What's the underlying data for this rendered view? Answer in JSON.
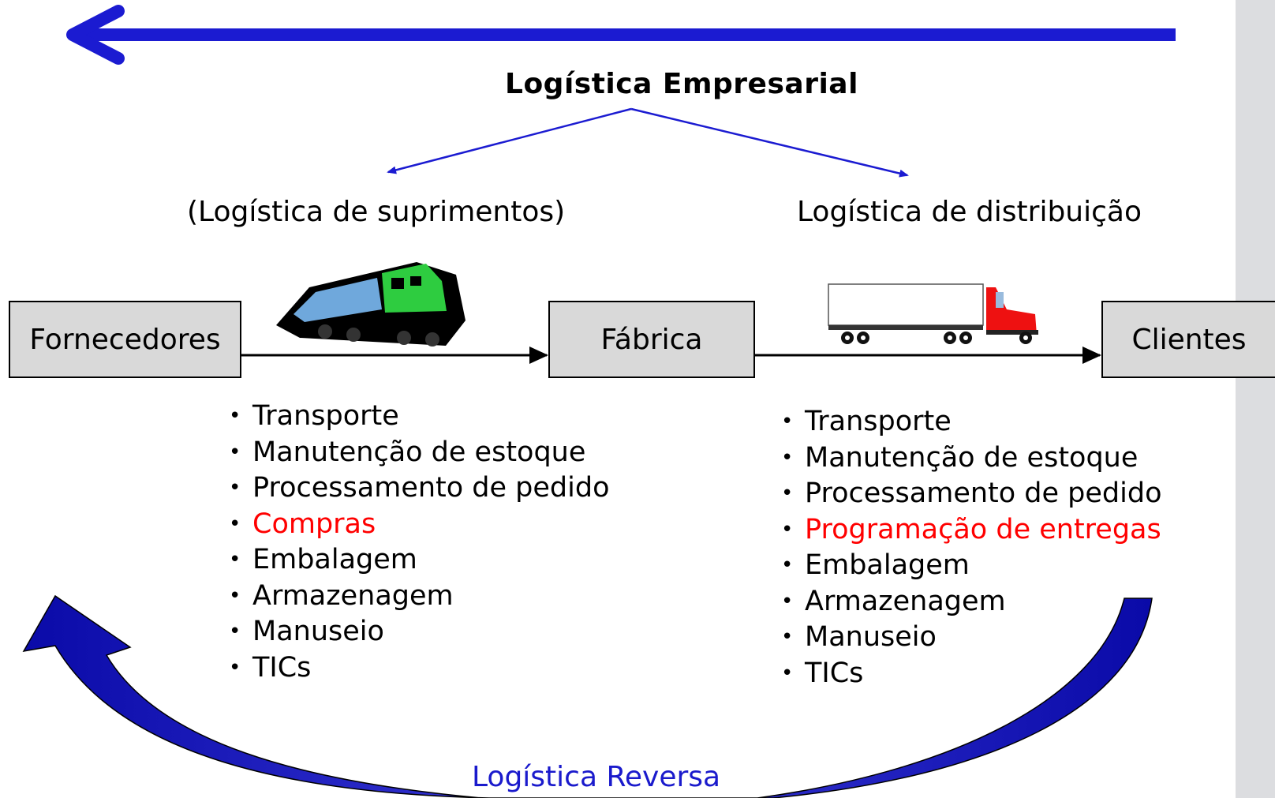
{
  "title": "Logística Empresarial",
  "branches": {
    "left": "(Logística de suprimentos)",
    "right": "Logística de distribuição"
  },
  "nodes": {
    "suppliers": "Fornecedores",
    "factory": "Fábrica",
    "clients": "Clientes"
  },
  "lists": {
    "supply": [
      {
        "text": "Transporte",
        "highlight": false
      },
      {
        "text": "Manutenção de estoque",
        "highlight": false
      },
      {
        "text": "Processamento de pedido",
        "highlight": false
      },
      {
        "text": "Compras",
        "highlight": true
      },
      {
        "text": "Embalagem",
        "highlight": false
      },
      {
        "text": "Armazenagem",
        "highlight": false
      },
      {
        "text": "Manuseio",
        "highlight": false
      },
      {
        "text": "TICs",
        "highlight": false
      }
    ],
    "distribution": [
      {
        "text": "Transporte",
        "highlight": false
      },
      {
        "text": "Manutenção de estoque",
        "highlight": false
      },
      {
        "text": "Processamento de pedido",
        "highlight": false
      },
      {
        "text": "Programação de entregas",
        "highlight": true
      },
      {
        "text": "Embalagem",
        "highlight": false
      },
      {
        "text": "Armazenagem",
        "highlight": false
      },
      {
        "text": "Manuseio",
        "highlight": false
      },
      {
        "text": "TICs",
        "highlight": false
      }
    ]
  },
  "bullet_char": "•",
  "reverse_label": "Logística Reversa",
  "icons": {
    "train": "locomotive-icon",
    "truck": "truck-icon"
  },
  "colors": {
    "top_arrow": "#1b1bd1",
    "reverse_arrow": "#1f1fb8",
    "highlight": "#ff0000",
    "node_fill": "#d9d9d9"
  }
}
